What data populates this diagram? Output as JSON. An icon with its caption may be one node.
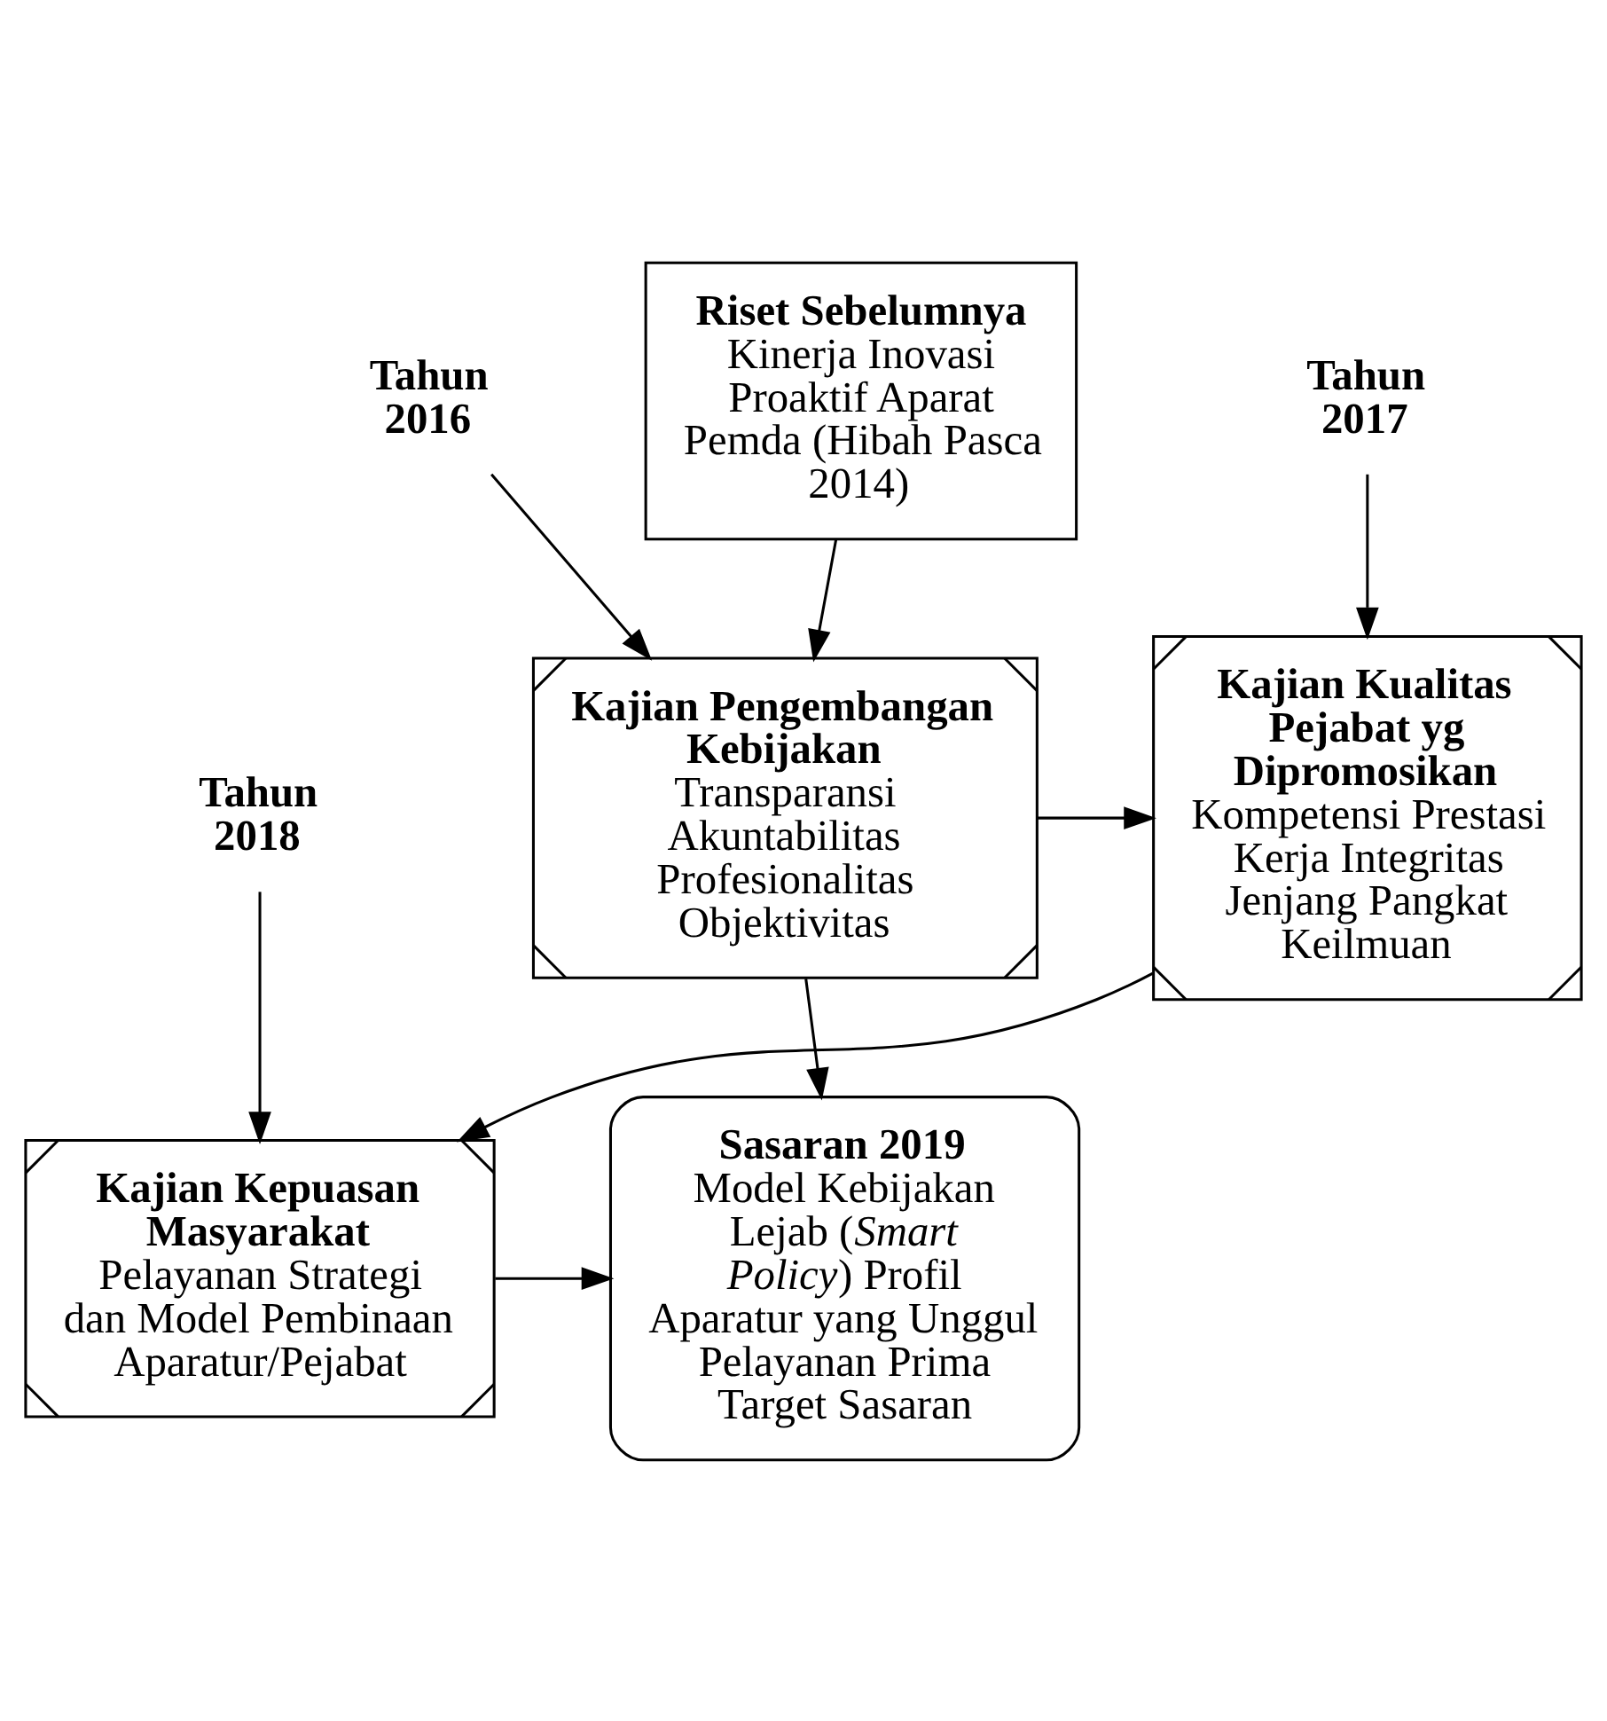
{
  "diagram": {
    "nodes": [
      {
        "text": [
          "Riset Sebelumnya",
          "Kinerja Inovasi Proaktif Aparat Pemda (Hibah Pasca 2014)"
        ]
      },
      {
        "text": [
          "Kajian Pengembangan Kebijakan",
          "Transparansi Akuntabilitas Profesionalitas Objektivitas"
        ]
      },
      {
        "text": [
          "Tahun 2016"
        ]
      },
      {
        "text": [
          "Kajian Kualitas Pejabat yg Dipromosikan",
          "Kompetensi Prestasi Kerja Integritas Jenjang Pangkat Keilmuan"
        ]
      },
      {
        "text": [
          "Tahun 2017"
        ]
      },
      {
        "text": [
          "Kajian Kepuasan Masyarakat",
          "Pelayanan Strategi dan Model Pembinaan Aparatur/Pejabat"
        ]
      },
      {
        "text": [
          "Tahun 2018"
        ]
      },
      {
        "text": [
          "Sasaran 2019",
          "Model Kebijakan Lejab (*Smart Policy*) Profil Aparatur yang Unggul Pelayanan Prima Target Sasaran"
        ]
      }
    ],
    "edges": [
      {
        "from": 0,
        "to": 1,
        "arrow": "to"
      },
      {
        "from": 2,
        "to": 1,
        "arrow": "to"
      },
      {
        "from": 1,
        "to": 3,
        "arrow": "to"
      },
      {
        "from": 4,
        "to": 3,
        "arrow": "to"
      },
      {
        "from": 3,
        "to": 5,
        "arrow": "to"
      },
      {
        "from": 6,
        "to": 5,
        "arrow": "to"
      },
      {
        "from": 5,
        "to": 7,
        "arrow": "to"
      },
      {
        "from": 1,
        "to": 7,
        "arrow": "to"
      }
    ]
  }
}
